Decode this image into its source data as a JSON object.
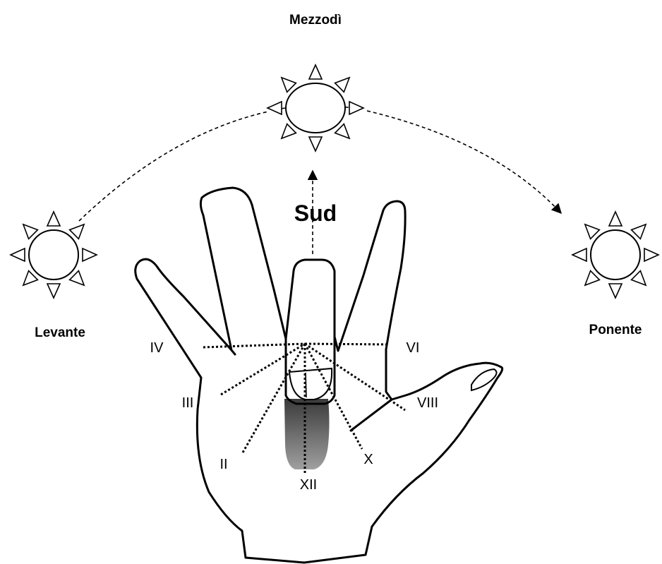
{
  "labels": {
    "noon": "Mezzodì",
    "east": "Levante",
    "west": "Ponente",
    "south": "Sud"
  },
  "hours": {
    "iv": "IV",
    "iii": "III",
    "ii": "II",
    "xii": "XII",
    "x": "X",
    "viii": "VIII",
    "vi": "VI"
  },
  "icons": {
    "sun_left": "sun-icon",
    "sun_top": "sun-icon",
    "sun_right": "sun-icon",
    "hand": "open-hand-icon"
  },
  "colors": {
    "ink": "#000000",
    "shadow_dark": "#3a3a3a",
    "shadow_light": "#9a9a9a",
    "background": "#ffffff"
  }
}
